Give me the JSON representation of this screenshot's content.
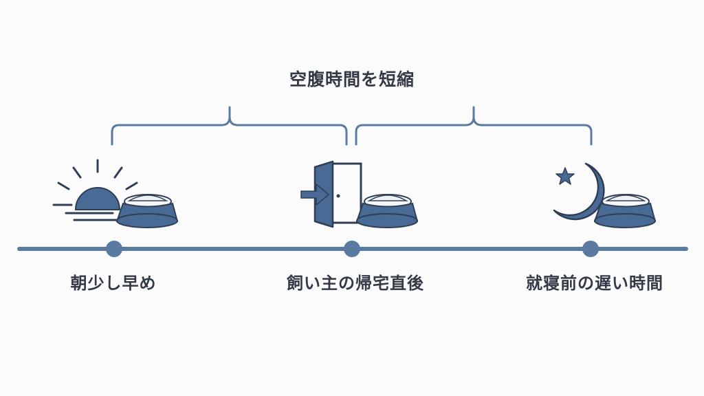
{
  "diagram": {
    "title": "空腹時間を短縮",
    "points": [
      {
        "label": "朝少し早め",
        "icon": "sunrise-icon"
      },
      {
        "label": "飼い主の帰宅直後",
        "icon": "door-enter-icon"
      },
      {
        "label": "就寝前の遅い時間",
        "icon": "moon-star-icon"
      }
    ],
    "colors": {
      "line": "#5b7aa1",
      "icon_fill": "#4a6a96",
      "icon_dark": "#2f3e55",
      "text": "#333a45"
    }
  }
}
